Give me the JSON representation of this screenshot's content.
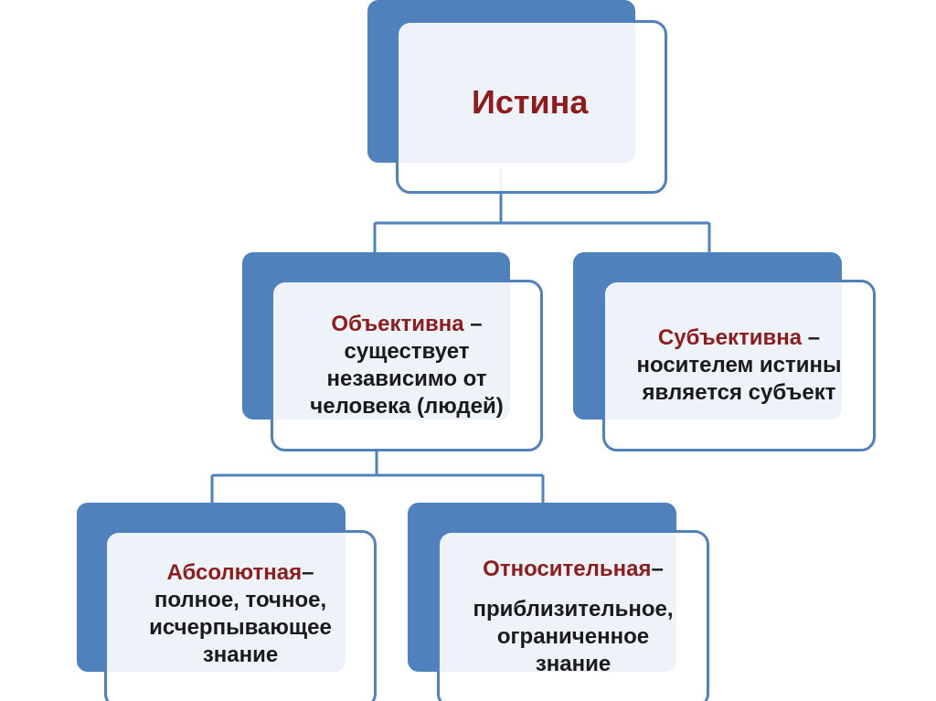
{
  "colors": {
    "shape_fill": "#4f81bd",
    "accent_text": "#8e1c1c",
    "body_text": "#1a1a1a"
  },
  "root": {
    "title": "Истина"
  },
  "objective": {
    "term": "Объективна",
    "dash": " –",
    "line1": "существует",
    "line2": "независимо от",
    "line3": "человека (людей)"
  },
  "subjective": {
    "term": "Субъективна",
    "dash": " –",
    "line1": "носителем истины",
    "line2": "является субъект"
  },
  "absolute": {
    "term": "Абсолютная",
    "dash": "–",
    "line1": "полное, точное,",
    "line2": "исчерпывающее",
    "line3": "знание"
  },
  "relative": {
    "term": "Относительная",
    "dash": "–",
    "line1": "приблизительное,",
    "line2": "ограниченное",
    "line3": "знание"
  }
}
